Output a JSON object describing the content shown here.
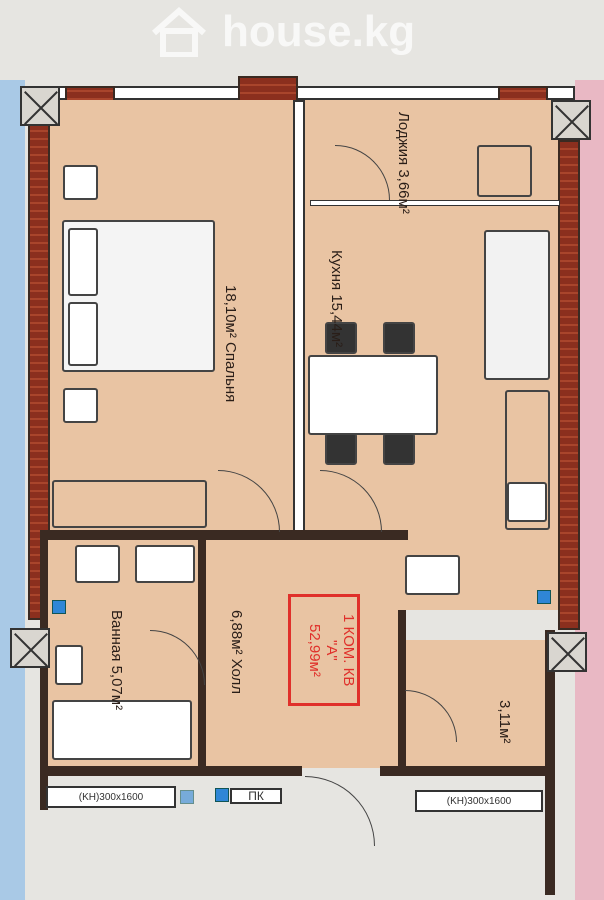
{
  "watermark": {
    "text": "house.kg",
    "icon": "house-icon"
  },
  "rooms": {
    "bedroom": {
      "area": "18,10м²",
      "name": "Спальня"
    },
    "kitchen": {
      "name": "Кухня",
      "area": "15,44м²"
    },
    "loggia": {
      "name": "Лоджия",
      "area": "3,66м²"
    },
    "bathroom": {
      "name": "Ванная",
      "area": "5,07м²"
    },
    "hall": {
      "area": "6,88м²",
      "name": "Холл"
    },
    "storage": {
      "area": "3,11м²"
    }
  },
  "apartment_tag": {
    "line1": "1 КОМ. КВ",
    "line2": "\"A\"",
    "line3": "52,99м²",
    "color": "#e0302a"
  },
  "windows": [
    {
      "label": "(KH)300x1600"
    },
    {
      "label": "(KH)300x1600"
    }
  ],
  "shaft_label": "ПК"
}
